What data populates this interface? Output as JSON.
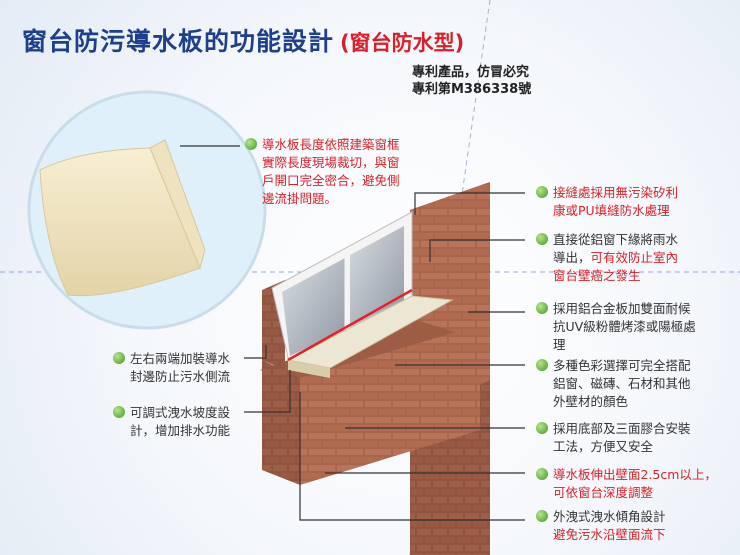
{
  "title": "窗台防污導水板的功能設計",
  "subtitle": "(窗台防水型)",
  "patent": {
    "line1": "專利產品，仿冒必究",
    "line2": "專利第M386338號"
  },
  "features": {
    "length": [
      "導水板長度依照建築窗框",
      "實際長度現場裁切，與窗",
      "戶開口完全密合，避免側",
      "邊流掛問題。"
    ],
    "seam": [
      "接縫處採用無污染矽利",
      "康或PU填縫防水處理"
    ],
    "drain_a": "直接從鋁窗下緣將雨水",
    "drain_b": "導出，",
    "drain_c": "可有效防止室內",
    "drain_d": "窗台壁癌之發生",
    "alloy": [
      "採用鋁合金板加雙面耐候",
      "抗UV級粉體烤漆或陽極處",
      "理"
    ],
    "colors": [
      "多種色彩選擇可完全搭配",
      "鋁窗、磁磚、石材和其他",
      "外壁材的顏色"
    ],
    "install": [
      "採用底部及三面膠合安裝",
      "工法，方便又安全"
    ],
    "extend": [
      "導水板伸出壁面2.5cm以上，",
      "可依窗台深度調整"
    ],
    "slope_design": [
      "外洩式洩水傾角設計",
      "避免污水沿壁面流下"
    ],
    "end_caps": [
      "左右兩端加裝導水",
      "封邊防止污水側流"
    ],
    "slope_adjust": [
      "可調式洩水坡度設",
      "計，增加排水功能"
    ]
  }
}
